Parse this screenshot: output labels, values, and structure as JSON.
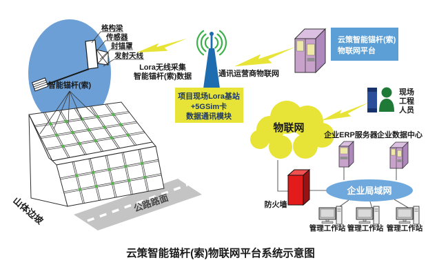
{
  "title": "云策智能锚杆(索)物联网平台系统示意图",
  "callout": {
    "labels": [
      "格构梁",
      "传感器",
      "封锚罩",
      "发射天线"
    ],
    "anchor_label": "智能锚杆(索)"
  },
  "site": {
    "slope_label": "山体边坡",
    "road_label": "公路路面"
  },
  "station": {
    "line1": "项目现场Lora基站",
    "line2": "+5GSim卡",
    "line3": "数据通讯模块"
  },
  "links": {
    "lora1": "Lora无线采集",
    "lora2": "智能锚杆(索)数据",
    "carrier": "通讯运营商物联网"
  },
  "platform": {
    "line1": "云策智能锚杆(索)",
    "line2": "物联网平台"
  },
  "cloud_label": "物联网",
  "engineer": {
    "line1": "现场",
    "line2": "工程",
    "line3": "人员"
  },
  "enterprise": {
    "erp": "企业ERP服务器",
    "datacenter": "企业数据中心",
    "firewall": "防火墙",
    "lan": "企业局域网",
    "workstation": "管理工作站"
  },
  "colors": {
    "circle_blue": "#6C9FD6",
    "highlight_yellow": "#E8E437",
    "tower_blue": "#1E6CB0",
    "wave_green": "#3CB04B",
    "platform_box_blue": "#5B9FD6",
    "server_purple": "#C9A2CC",
    "firewall_red": "#E31B1B",
    "lan_blue": "#6FA8DC",
    "person_green": "#1F7A38",
    "anchor_dot_green": "#53B54A",
    "road_gray": "#C4C4C4"
  }
}
